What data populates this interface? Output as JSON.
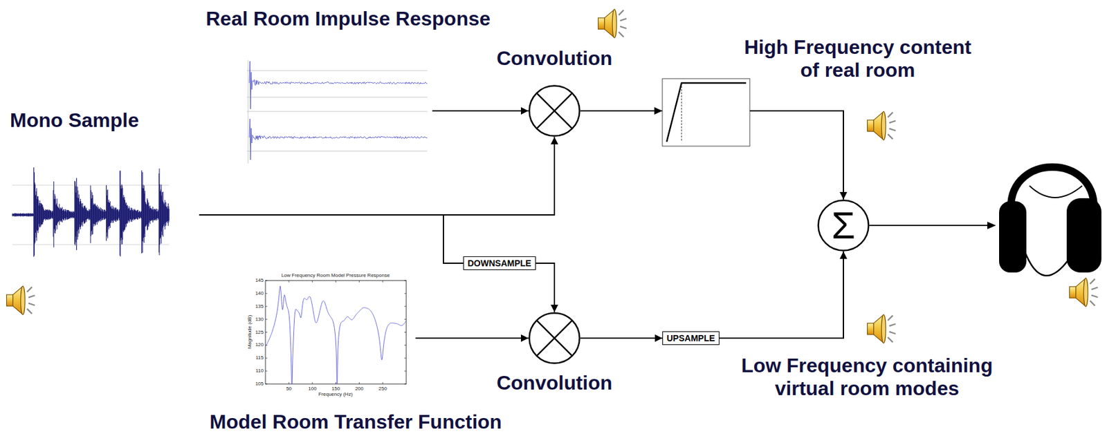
{
  "diagram": {
    "nodes": [
      {
        "text": [
          "Mono Sample"
        ]
      },
      {
        "text": [
          "Real Room Impulse Response"
        ]
      },
      {
        "text": [
          "Convolution"
        ]
      },
      {
        "text": [
          "DOWNSAMPLE"
        ]
      },
      {
        "text": [
          "Model Room Transfer Function"
        ]
      },
      {
        "text": [
          "Convolution"
        ]
      },
      {
        "text": [
          "UPSAMPLE"
        ]
      },
      {
        "text": [
          "Σ"
        ]
      }
    ],
    "edges": [
      {
        "from": 0,
        "to": 2,
        "arrow": "to"
      },
      {
        "from": 0,
        "to": 3,
        "arrow": "none"
      },
      {
        "from": 1,
        "to": 2,
        "arrow": "to"
      },
      {
        "from": 3,
        "to": 5,
        "arrow": "to"
      },
      {
        "from": 4,
        "to": 5,
        "arrow": "to"
      },
      {
        "from": 2,
        "to": 7,
        "arrow": "to"
      },
      {
        "from": 5,
        "to": 6,
        "arrow": "to"
      },
      {
        "from": 6,
        "to": 7,
        "arrow": "to"
      }
    ],
    "labels": [
      "High Frequency content of real room",
      "Low Frequency containing virtual room modes",
      "Low Frequency Room Model Pressure Response",
      "Magnitude (dB)",
      "Frequency (Hz)",
      "145",
      "140",
      "135",
      "130",
      "125",
      "120",
      "115",
      "110",
      "105",
      "50",
      "100",
      "150",
      "200",
      "250"
    ]
  }
}
